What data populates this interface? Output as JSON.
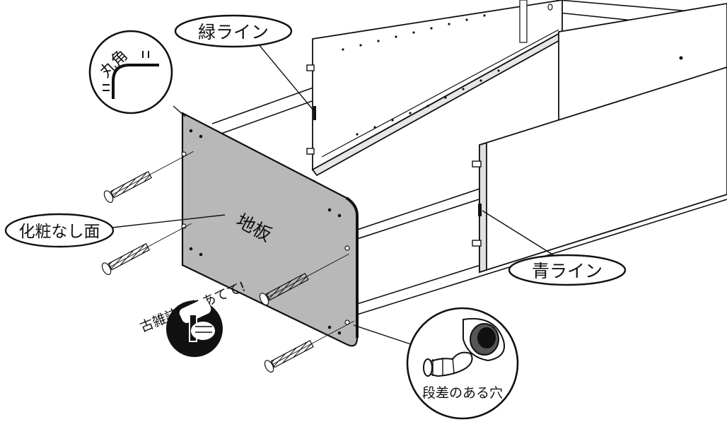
{
  "labels": {
    "green_line": "緑ライン",
    "blue_line": "青ライン",
    "rounded_corner": "丸角",
    "non_decor_face": "化粧なし面",
    "base_board": "地板",
    "magazine_note": "古雑誌等をあてて!",
    "stepped_hole": "段差のある穴"
  },
  "colors": {
    "board_fill": "#b8b8b8",
    "line": "#111111",
    "background": "#ffffff",
    "hammer_badge": "#111111"
  },
  "icons": [
    "screw-icon",
    "hammer-icon",
    "rounded-corner-icon",
    "dowel-icon",
    "hole-closeup-icon"
  ]
}
